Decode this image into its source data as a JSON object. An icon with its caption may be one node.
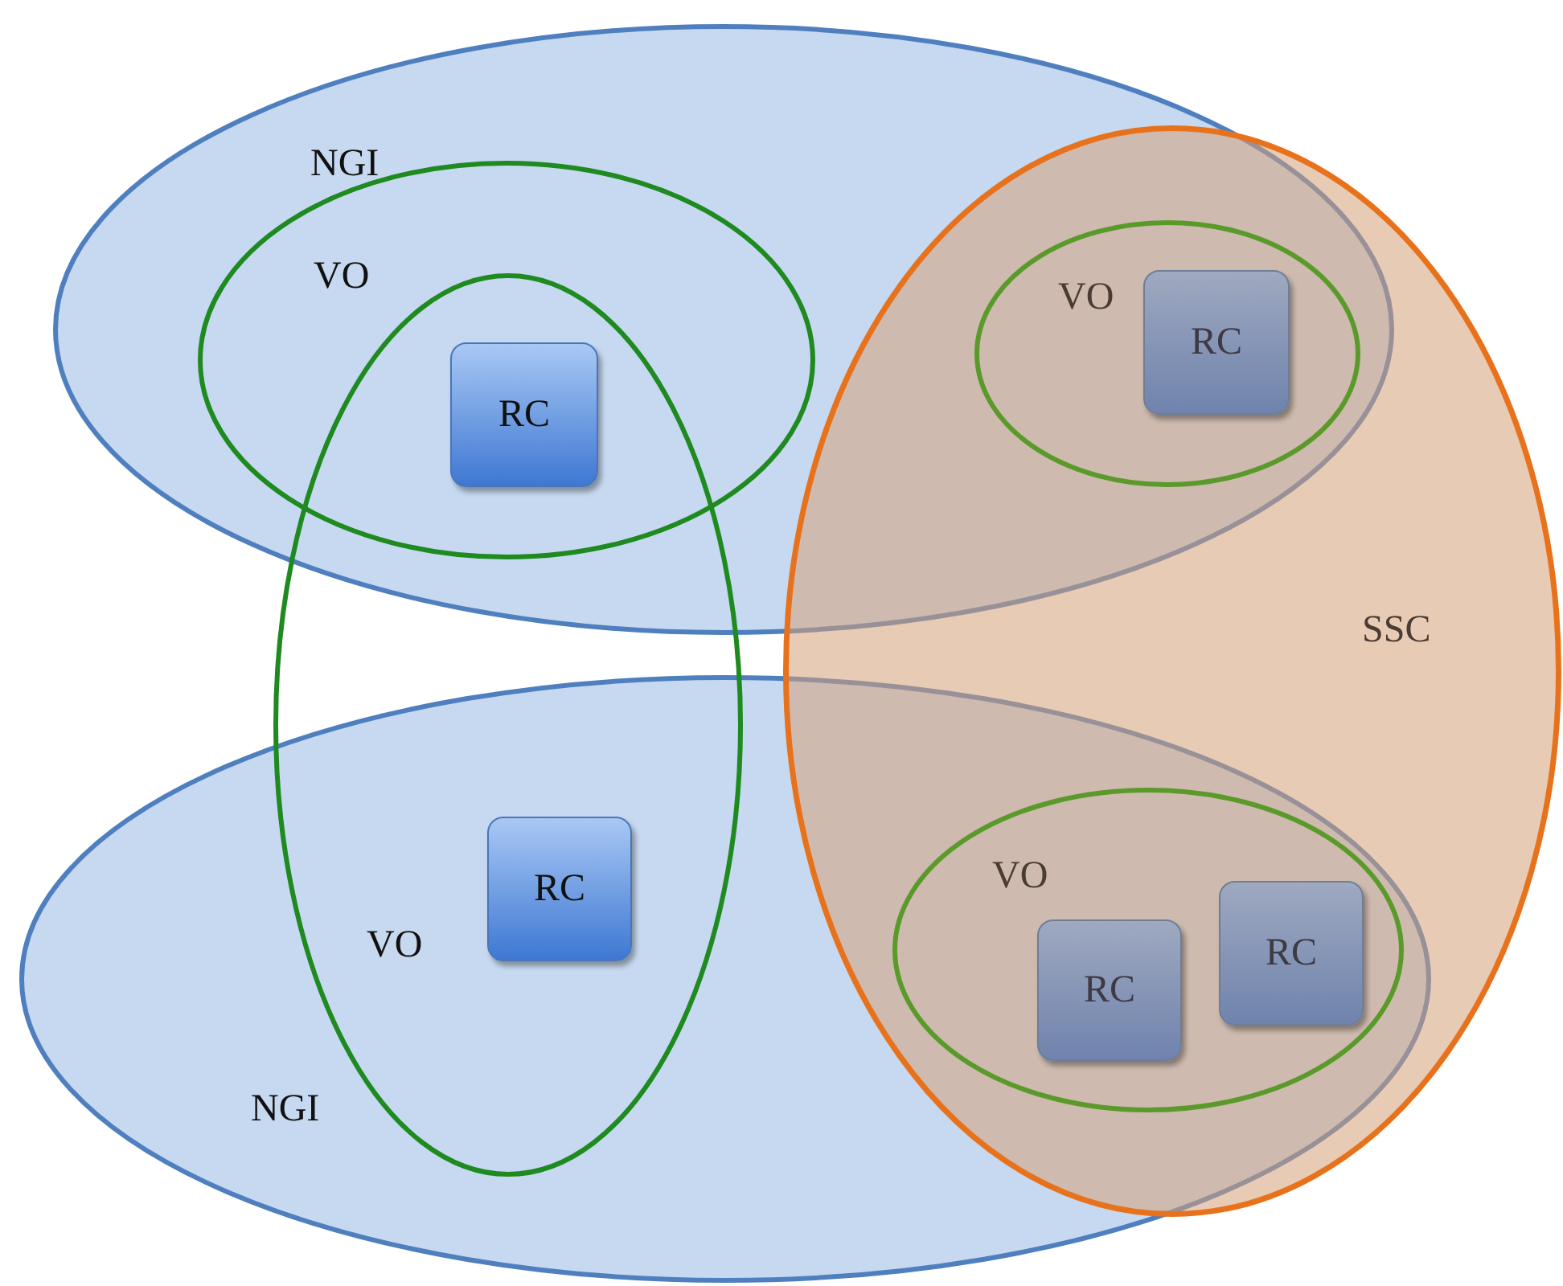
{
  "diagram": {
    "nodes": [
      {
        "text": [
          "NGI"
        ]
      },
      {
        "text": [
          "VO"
        ],
        "in": 0
      },
      {
        "text": [
          "VO"
        ]
      },
      {
        "text": [
          "RC"
        ]
      },
      {
        "text": [
          "SSC"
        ]
      },
      {
        "text": [
          "VO"
        ]
      },
      {
        "text": [
          "RC"
        ],
        "in": 5
      },
      {
        "text": [
          "NGI"
        ]
      },
      {
        "text": [
          "RC"
        ]
      },
      {
        "text": [
          "VO"
        ]
      },
      {
        "text": [
          "RC"
        ],
        "in": 9
      },
      {
        "text": [
          "RC"
        ],
        "in": 9
      }
    ]
  }
}
